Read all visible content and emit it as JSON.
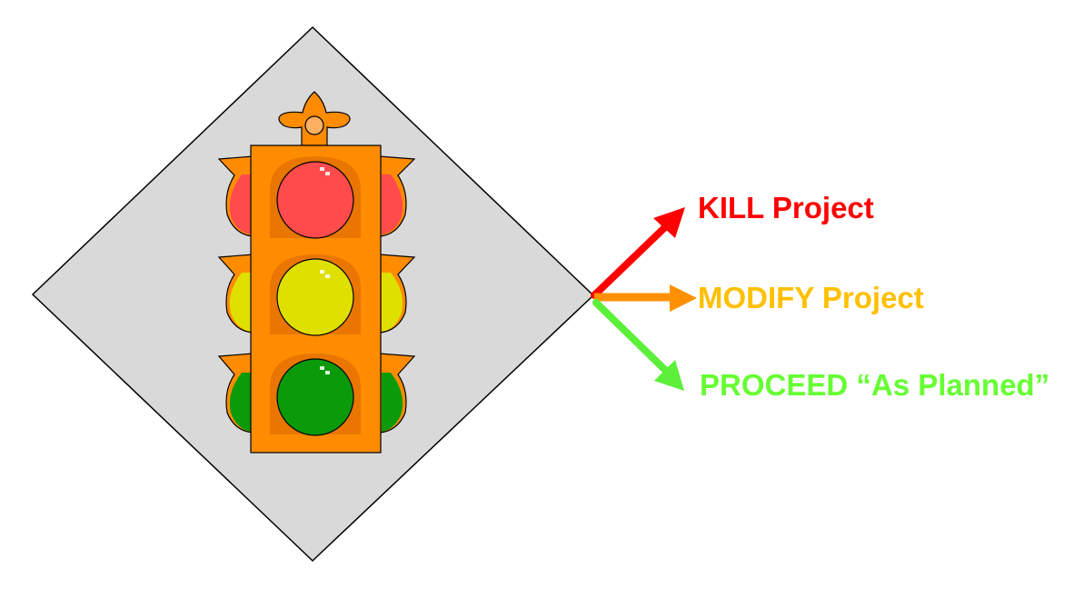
{
  "outcomes": [
    {
      "label": "KILL Project",
      "color": "#ff0000"
    },
    {
      "label": "MODIFY Project",
      "color": "#ffc000"
    },
    {
      "label": "PROCEED “As Planned”",
      "color": "#66ff33"
    }
  ],
  "arrow_colors": [
    "#ff0000",
    "#ff9100",
    "#5cf03a"
  ],
  "sign_color": "#d9d9d9",
  "signal_housing_color": "#ff8c00",
  "lamp_colors": {
    "top": "#ff4b4b",
    "middle": "#dfe000",
    "bottom": "#0a9a0a"
  }
}
